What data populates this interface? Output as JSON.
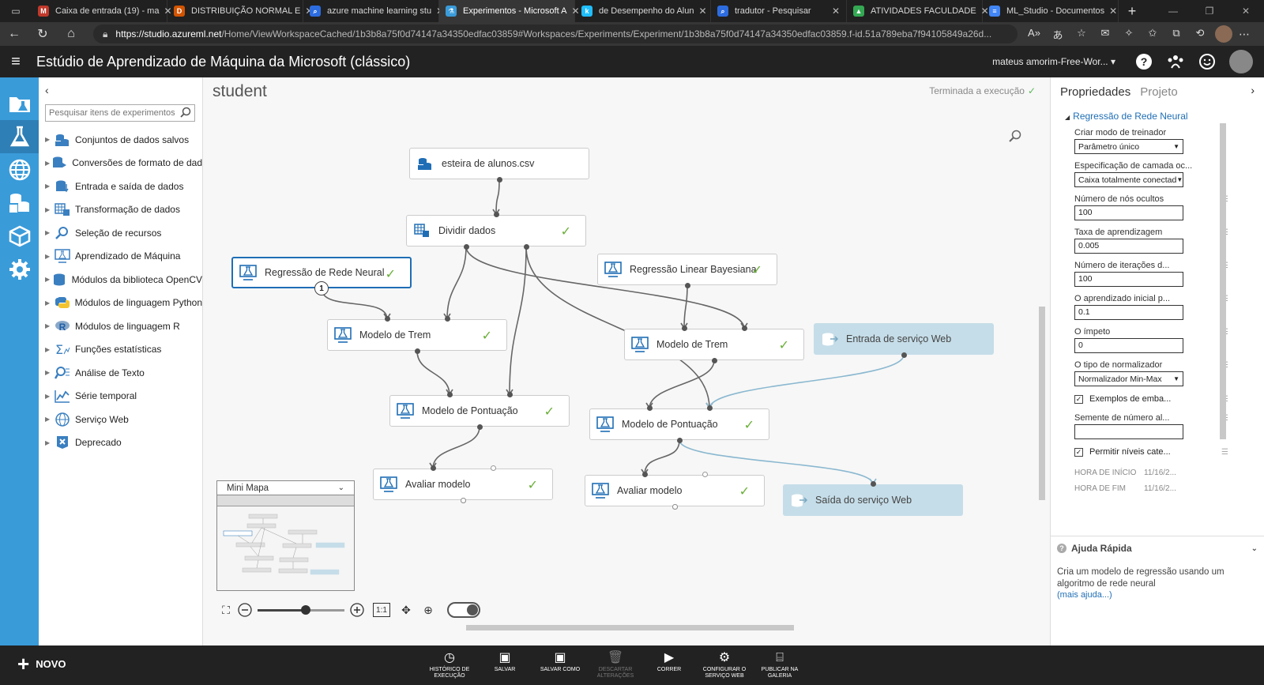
{
  "browser": {
    "tabs": [
      {
        "label": "Caixa de entrada (19) - ma",
        "color": "#c0392b",
        "glyph": "M"
      },
      {
        "label": "DISTRIBUIÇÃO NORMAL E",
        "color": "#d35400",
        "glyph": "D"
      },
      {
        "label": "azure machine learning stu",
        "color": "#2d6cdf",
        "glyph": "⌕"
      },
      {
        "label": "Experimentos - Microsoft A",
        "color": "#3a9bd9",
        "glyph": "⚗",
        "active": true
      },
      {
        "label": "de Desempenho do Alun",
        "color": "#20beff",
        "glyph": "k"
      },
      {
        "label": "tradutor - Pesquisar",
        "color": "#2d6cdf",
        "glyph": "⌕"
      },
      {
        "label": "ATIVIDADES FACULDADE",
        "color": "#34a853",
        "glyph": "▲"
      },
      {
        "label": "ML_Studio - Documentos",
        "color": "#4285f4",
        "glyph": "≡"
      }
    ],
    "url_host": "https://studio.azureml.net",
    "url_rest": "/Home/ViewWorkspaceCached/1b3b8a75f0d74147a34350edfac03859#Workspaces/Experiments/Experiment/1b3b8a75f0d74147a34350edfac03859.f-id.51a789eba7f94105849a26d..."
  },
  "header": {
    "title": "Estúdio de Aprendizado de Máquina da Microsoft (clássico)",
    "workspace": "mateus amorim-Free-Wor... ▾"
  },
  "palette": {
    "search_placeholder": "Pesquisar itens de experimentos",
    "items": [
      "Conjuntos de dados salvos",
      "Conversões de formato de dad",
      "Entrada e saída de dados",
      "Transformação de dados",
      "Seleção de recursos",
      "Aprendizado de Máquina",
      "Módulos da biblioteca OpenCV",
      "Módulos de linguagem Python",
      "Módulos de linguagem R",
      "Funções estatísticas",
      "Análise de Texto",
      "Série temporal",
      "Serviço Web",
      "Deprecado"
    ]
  },
  "canvas": {
    "title": "student",
    "status": "Terminada a execução",
    "minimap_label": "Mini Mapa",
    "zoom": 0.55,
    "fit_label": "1:1",
    "modules": {
      "dataset": "esteira de alunos.csv",
      "split": "Dividir dados",
      "nn": "Regressão de Rede Neural",
      "bayes": "Regressão Linear Bayesiana",
      "train1": "Modelo de Trem",
      "train2": "Modelo de Trem",
      "wsin": "Entrada de serviço Web",
      "score1": "Modelo de Pontuação",
      "score2": "Modelo de Pontuação",
      "eval1": "Avaliar modelo",
      "eval2": "Avaliar modelo",
      "wsout": "Saída do serviço Web"
    },
    "nn_badge": "1"
  },
  "properties": {
    "tab_props": "Propriedades",
    "tab_project": "Projeto",
    "section": "Regressão de Rede Neural",
    "trainer_mode_label": "Criar modo de treinador",
    "trainer_mode_value": "Parâmetro único",
    "hidden_spec_label": "Especificação de camada oc...",
    "hidden_spec_value": "Caixa totalmente conectad",
    "hidden_nodes_label": "Número de nós ocultos",
    "hidden_nodes_value": "100",
    "learning_rate_label": "Taxa de aprendizagem",
    "learning_rate_value": "0.005",
    "iterations_label": "Número de iterações d...",
    "iterations_value": "100",
    "initial_label": "O aprendizado inicial p...",
    "initial_value": "0.1",
    "momentum_label": "O ímpeto",
    "momentum_value": "0",
    "normalizer_label": "O tipo de normalizador",
    "normalizer_value": "Normalizador Min-Max",
    "shuffle_label": "Exemplos de emba...",
    "seed_label": "Semente de número al...",
    "seed_value": "",
    "unknown_label": "Permitir níveis cate...",
    "start_key": "HORA DE INÍCIO",
    "start_val": "11/16/2...",
    "end_key": "HORA DE FIM",
    "end_val": "11/16/2...",
    "help_title": "Ajuda Rápida",
    "help_text": "Cria um modelo de regressão usando um algoritmo de rede neural",
    "help_link": "(mais ajuda...)"
  },
  "commands": {
    "new": "NOVO",
    "history": "HISTÓRICO DE EXECUÇÃO",
    "save": "SALVAR",
    "save_as": "SALVAR COMO",
    "discard": "DESCARTAR ALTERAÇÕES",
    "run": "CORRER",
    "setup_ws": "CONFIGURAR O SERVIÇO WEB",
    "publish": "PUBLICAR NA GALERIA"
  },
  "colors": {
    "rail": "#3a9bd9",
    "selected_border": "#1f6eb5",
    "check": "#6aaf38",
    "web_module": "#c5dde8"
  }
}
